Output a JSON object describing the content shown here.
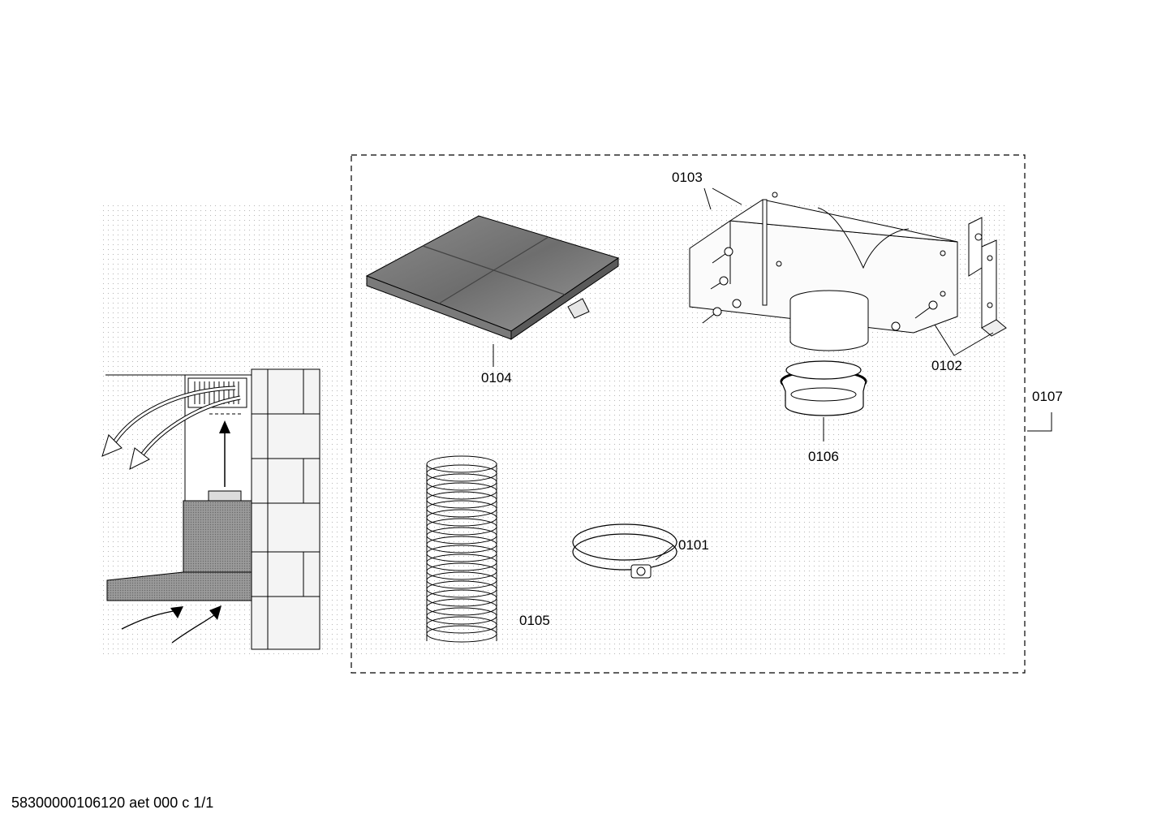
{
  "labels": {
    "filter": "0104",
    "bracket_box": "0103",
    "wall_bracket": "0102",
    "adapter_ring": "0106",
    "kit_group": "0107",
    "hose_clamp": "0101",
    "flexible_duct": "0105"
  },
  "footer": {
    "drawing_code": "58300000106120 aet 000 c 1/1"
  }
}
